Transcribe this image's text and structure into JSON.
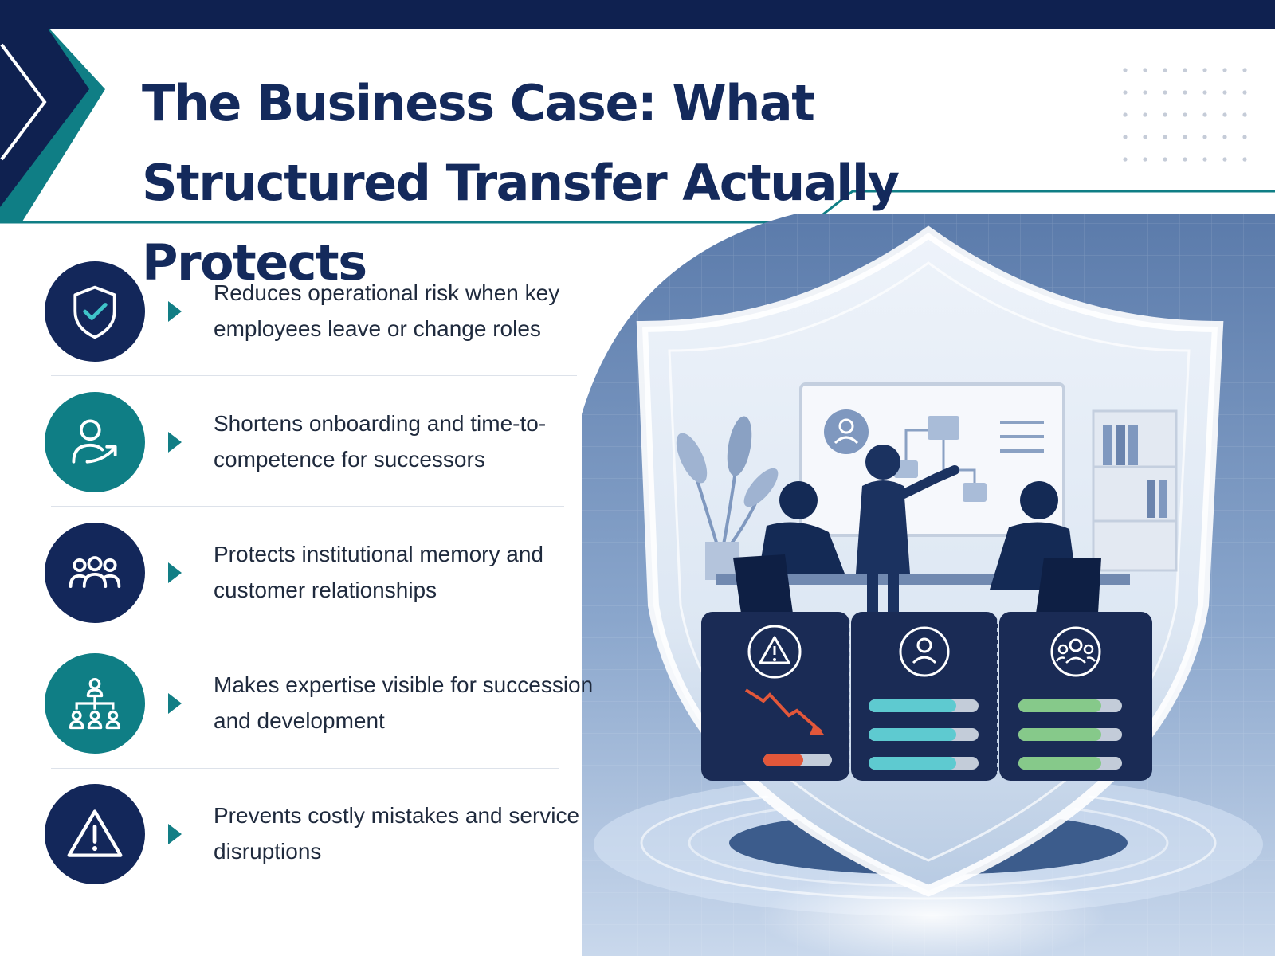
{
  "title": "The Business Case: What Structured Transfer Actually Protects",
  "colors": {
    "navy": "#13275a",
    "teal": "#0f7e85",
    "accent_arrow": "#127e85",
    "risk_red": "#e2573a",
    "progress_cyan": "#5ecad0",
    "progress_green": "#86c98a"
  },
  "benefits": [
    {
      "icon": "shield-check-icon",
      "text": "Reduces operational risk when key employees leave or change roles"
    },
    {
      "icon": "person-arrow-icon",
      "text": "Shortens onboarding and time-to-competence for successors"
    },
    {
      "icon": "group-icon",
      "text": "Protects institutional memory and customer relationships"
    },
    {
      "icon": "org-chart-icon",
      "text": "Makes expertise visible for succession and development"
    },
    {
      "icon": "warning-triangle-icon",
      "text": "Prevents costly mistakes and service disruptions"
    }
  ],
  "illustration": {
    "panels": [
      {
        "icon": "warning-icon",
        "trend": "down",
        "bars": [
          0.58
        ]
      },
      {
        "icon": "person-icon",
        "bars": [
          0.8,
          0.8,
          0.8
        ]
      },
      {
        "icon": "group-icon",
        "bars": [
          0.8,
          0.8,
          0.8
        ]
      }
    ]
  }
}
